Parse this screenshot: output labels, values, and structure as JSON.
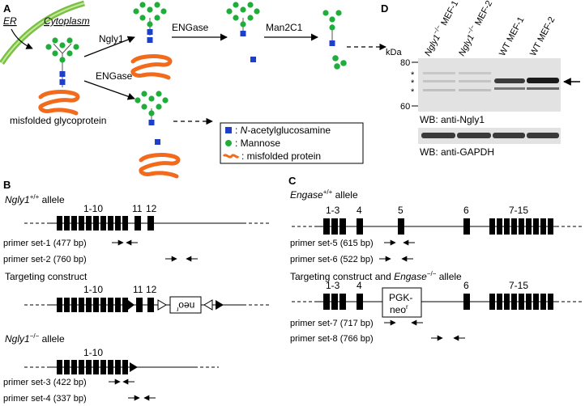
{
  "panel_a": {
    "letter": "A",
    "er_label": "ER",
    "cytoplasm_label": "Cytoplasm",
    "step_ngly1": "Ngly1",
    "step_engase_top": "ENGase",
    "step_man2c1": "Man2C1",
    "step_engase_bottom": "ENGase",
    "substrate_label": "misfolded glycoprotein",
    "legend": {
      "glcnac_prefix": ": ",
      "glcnac_italic": "N",
      "glcnac_rest": "-acetylglucosamine",
      "mannose": ": Mannose",
      "protein": ": misfolded protein"
    },
    "colors": {
      "glcnac": "#1e3fc8",
      "mannose": "#1fae3a",
      "protein": "#f26a1b",
      "er_membrane": "#7ac143"
    }
  },
  "panel_d": {
    "letter": "D",
    "kda": "kDa",
    "markers": [
      "80",
      "60"
    ],
    "asterisk": "*",
    "lanes": [
      {
        "label_italic": "Ngly1",
        "label_sup": "−/−",
        "label_rest": " MEF-1"
      },
      {
        "label_italic": "Ngly1",
        "label_sup": "−/−",
        "label_rest": " MEF-2"
      },
      {
        "label_italic": "",
        "label_sup": "",
        "label_rest": "WT MEF-1"
      },
      {
        "label_italic": "",
        "label_sup": "",
        "label_rest": "WT MEF-2"
      }
    ],
    "blot1_label": "WB: anti-Ngly1",
    "blot2_label": "WB: anti-GAPDH"
  },
  "panel_b": {
    "letter": "B",
    "wt_allele_gene": "Ngly1",
    "wt_allele_sup": "+/+",
    "wt_allele_suffix": " allele",
    "exon_block": "1-10",
    "exon_11": "11",
    "exon_12": "12",
    "primer1": "primer set-1 (477 bp)",
    "primer2": "primer set-2 (760 bp)",
    "construct_title": "Targeting construct",
    "neo_label": "neo",
    "neo_sup": "r",
    "ko_allele_gene": "Ngly1",
    "ko_allele_sup": "−/−",
    "ko_allele_suffix": " allele",
    "primer3": "primer set-3 (422 bp)",
    "primer4": "primer set-4 (337 bp)"
  },
  "panel_c": {
    "letter": "C",
    "wt_allele_gene": "Engase",
    "wt_allele_sup": "+/+",
    "wt_allele_suffix": " allele",
    "exon_1_3": "1-3",
    "exon_4": "4",
    "exon_5": "5",
    "exon_6": "6",
    "exon_7_15": "7-15",
    "primer5": "primer set-5 (615 bp)",
    "primer6": "primer set-6 (522 bp)",
    "construct_prefix": "Targeting construct and ",
    "construct_gene": "Engase",
    "construct_sup": "−/−",
    "construct_suffix": " allele",
    "pgk_line1": "PGK-",
    "pgk_line2": "neo",
    "pgk_sup": "r",
    "primer7": "primer set-7 (717 bp)",
    "primer8": "primer set-8 (766 bp)"
  }
}
